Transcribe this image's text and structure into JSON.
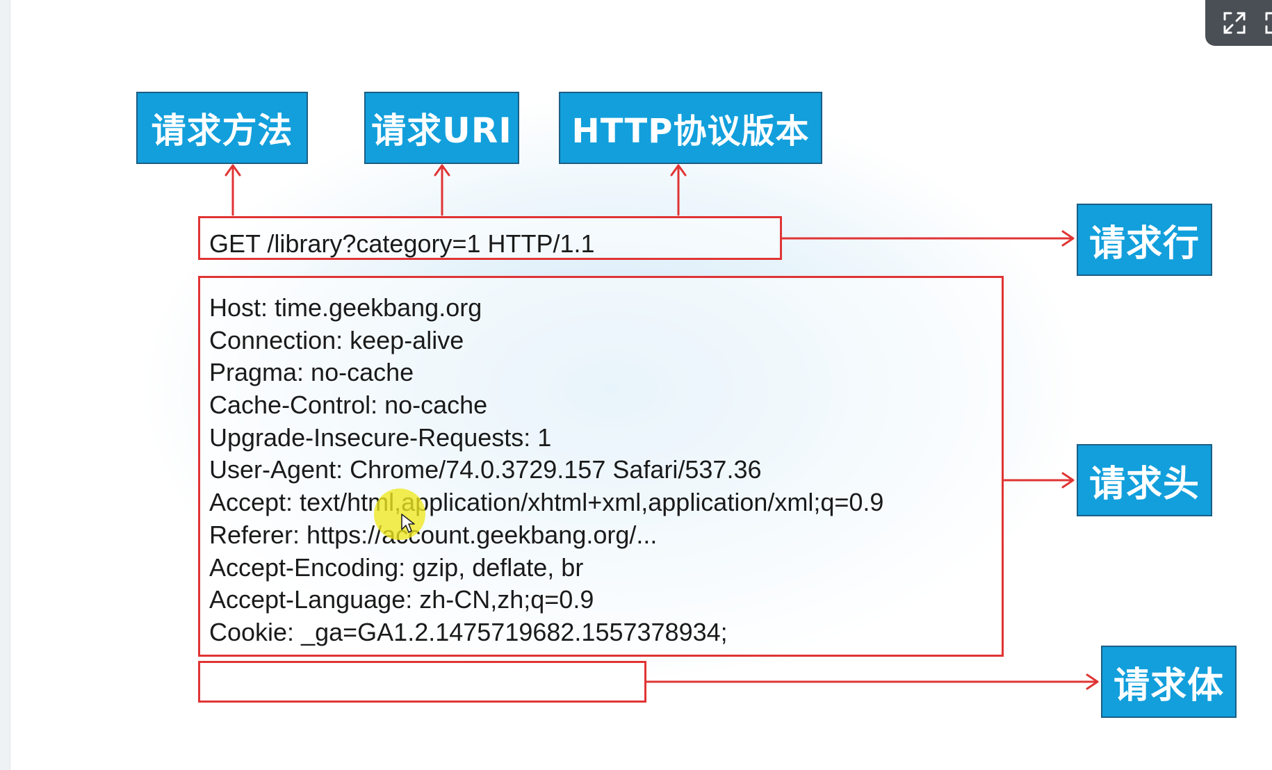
{
  "labels": {
    "request_method": "请求方法",
    "request_uri": "请求URI",
    "http_version": "HTTP协议版本",
    "request_line": "请求行",
    "request_headers": "请求头",
    "request_body": "请求体"
  },
  "request_line_text": "GET /library?category=1 HTTP/1.1",
  "header_lines": [
    "Host: time.geekbang.org",
    "Connection: keep-alive",
    "Pragma: no-cache",
    "Cache-Control: no-cache",
    "Upgrade-Insecure-Requests: 1",
    "User-Agent: Chrome/74.0.3729.157 Safari/537.36",
    "Accept: text/html,application/xhtml+xml,application/xml;q=0.9",
    "Referer: https://account.geekbang.org/...",
    "Accept-Encoding: gzip, deflate, br",
    "Accept-Language: zh-CN,zh;q=0.9",
    "Cookie: _ga=GA1.2.1475719682.1557378934;"
  ],
  "icons": {
    "fullscreen": "expand-icon",
    "adjacent": "partial-icon"
  },
  "colors": {
    "label_fill": "#129fdc",
    "label_border": "#1b5e84",
    "frame_and_arrow": "#e03434",
    "cursor_highlight": "#f0e81e"
  }
}
